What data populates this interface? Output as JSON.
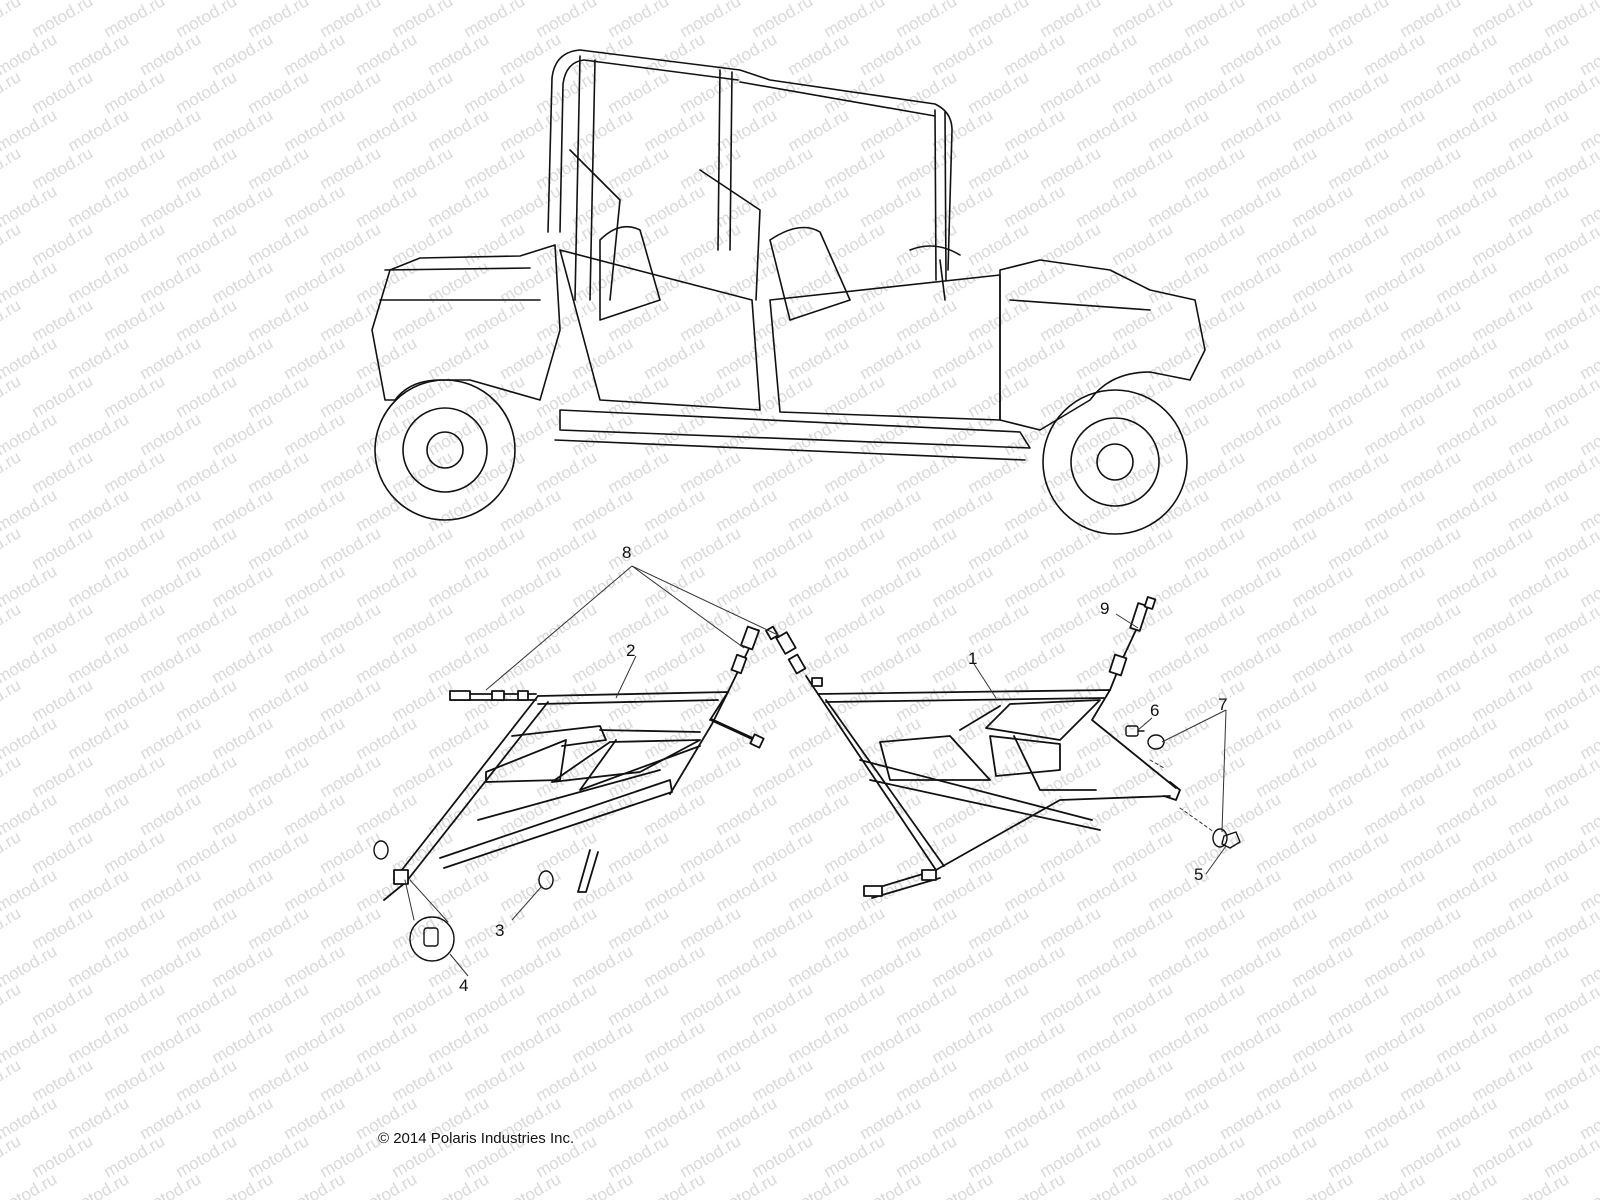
{
  "watermark": {
    "text": "motod.ru",
    "color": "#d9d9d9"
  },
  "copyright": "© 2014 Polaris Industries Inc.",
  "callouts": [
    {
      "id": "1",
      "label": "1"
    },
    {
      "id": "2",
      "label": "2"
    },
    {
      "id": "3",
      "label": "3"
    },
    {
      "id": "4",
      "label": "4"
    },
    {
      "id": "5",
      "label": "5"
    },
    {
      "id": "6",
      "label": "6"
    },
    {
      "id": "7",
      "label": "7"
    },
    {
      "id": "8",
      "label": "8"
    },
    {
      "id": "9",
      "label": "9"
    }
  ],
  "colors": {
    "line": "#111111",
    "background": "#ffffff"
  }
}
